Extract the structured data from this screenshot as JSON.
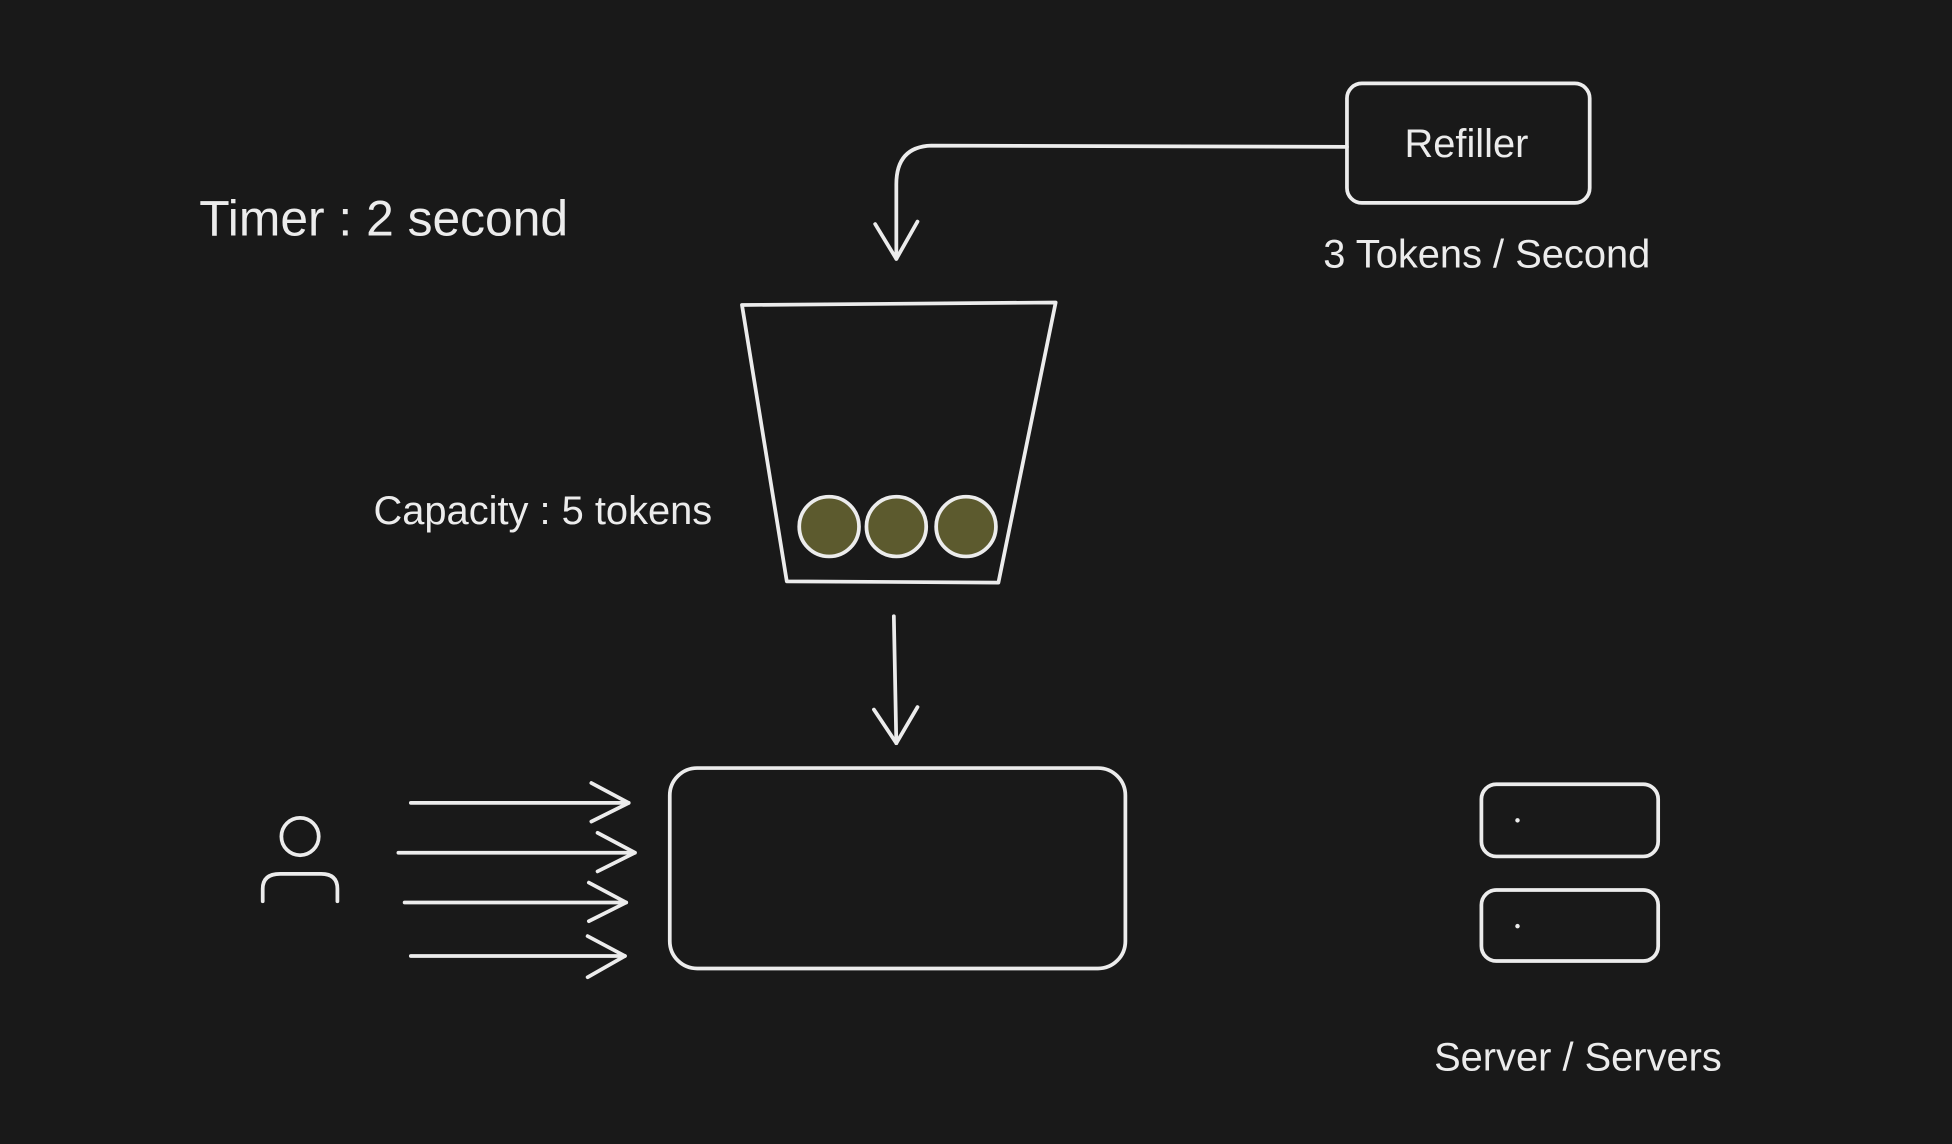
{
  "canvas": {
    "background": "#191919",
    "stroke_color": "#ececec",
    "token_fill": "#5c5a2e"
  },
  "labels": {
    "timer": "Timer : 2 second",
    "refiller": "Refiller",
    "refill_rate": "3 Tokens / Second",
    "capacity": "Capacity : 5 tokens",
    "servers": "Server / Servers"
  },
  "bucket": {
    "capacity": 5,
    "tokens_present": 3
  },
  "incoming_requests": 4,
  "icons": {
    "user": "user-icon",
    "server": "server-icon"
  }
}
